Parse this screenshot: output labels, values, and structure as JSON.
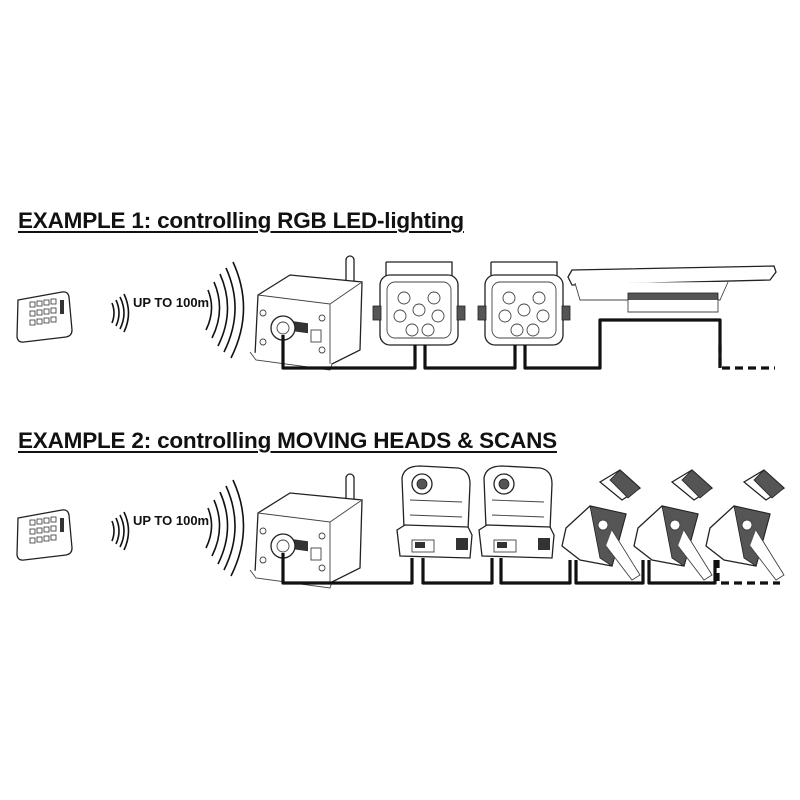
{
  "example1": {
    "title": "EXAMPLE 1: controlling RGB LED-lighting",
    "range_label": "UP TO 100m"
  },
  "example2": {
    "title": "EXAMPLE 2: controlling MOVING HEADS & SCANS",
    "range_label": "UP TO 100m"
  }
}
